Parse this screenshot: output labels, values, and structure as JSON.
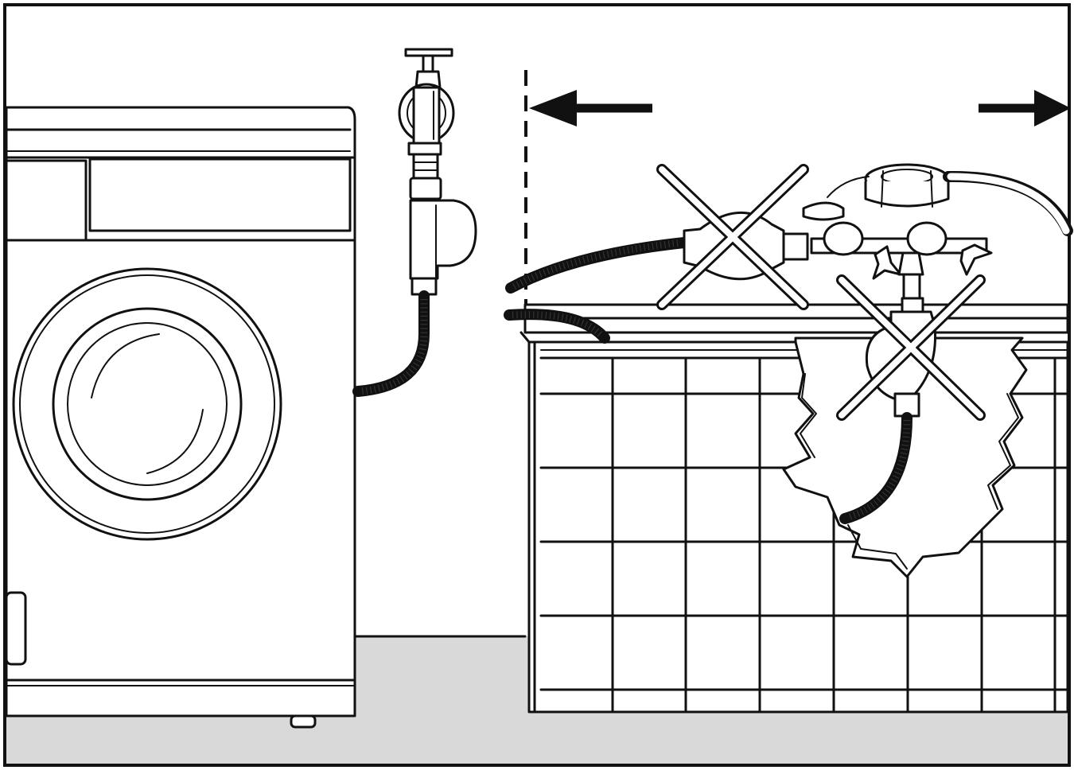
{
  "diagram": {
    "colors": {
      "line": "#111111",
      "floor": "#d9d9d9",
      "background": "#ffffff"
    },
    "elements": [
      "washing-machine",
      "wall-tap",
      "tap-connector",
      "inlet-hose",
      "clearance-marker",
      "bathtub",
      "bath-mixer-tap",
      "prohibited-connection-cross"
    ]
  }
}
